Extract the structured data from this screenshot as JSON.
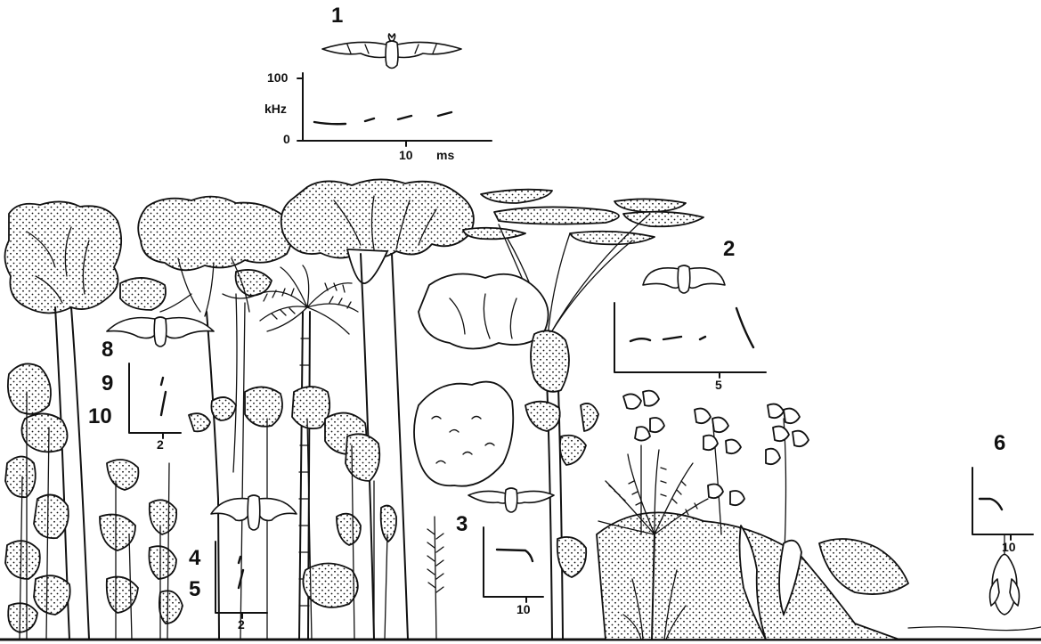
{
  "figure": {
    "panels": [
      {
        "id": "1",
        "label": "1",
        "y_axis": {
          "ticks": [
            "100",
            "kHz",
            "0"
          ]
        },
        "x_axis": {
          "tick": "10",
          "unit": "ms"
        }
      },
      {
        "id": "2",
        "label": "2",
        "x_axis": {
          "tick": "5"
        }
      },
      {
        "id": "3",
        "label": "3",
        "x_axis": {
          "tick": "10"
        }
      },
      {
        "id": "4-5",
        "labels": [
          "4",
          "5"
        ],
        "x_axis": {
          "tick": "2"
        }
      },
      {
        "id": "6",
        "label": "6",
        "x_axis": {
          "tick": "10"
        }
      },
      {
        "id": "8-10",
        "labels": [
          "8",
          "9",
          "10"
        ],
        "x_axis": {
          "tick": "2"
        }
      }
    ],
    "icons": [
      "bat-icon",
      "palm-tree-icon",
      "tree-icon",
      "fern-icon",
      "ground-line"
    ]
  }
}
